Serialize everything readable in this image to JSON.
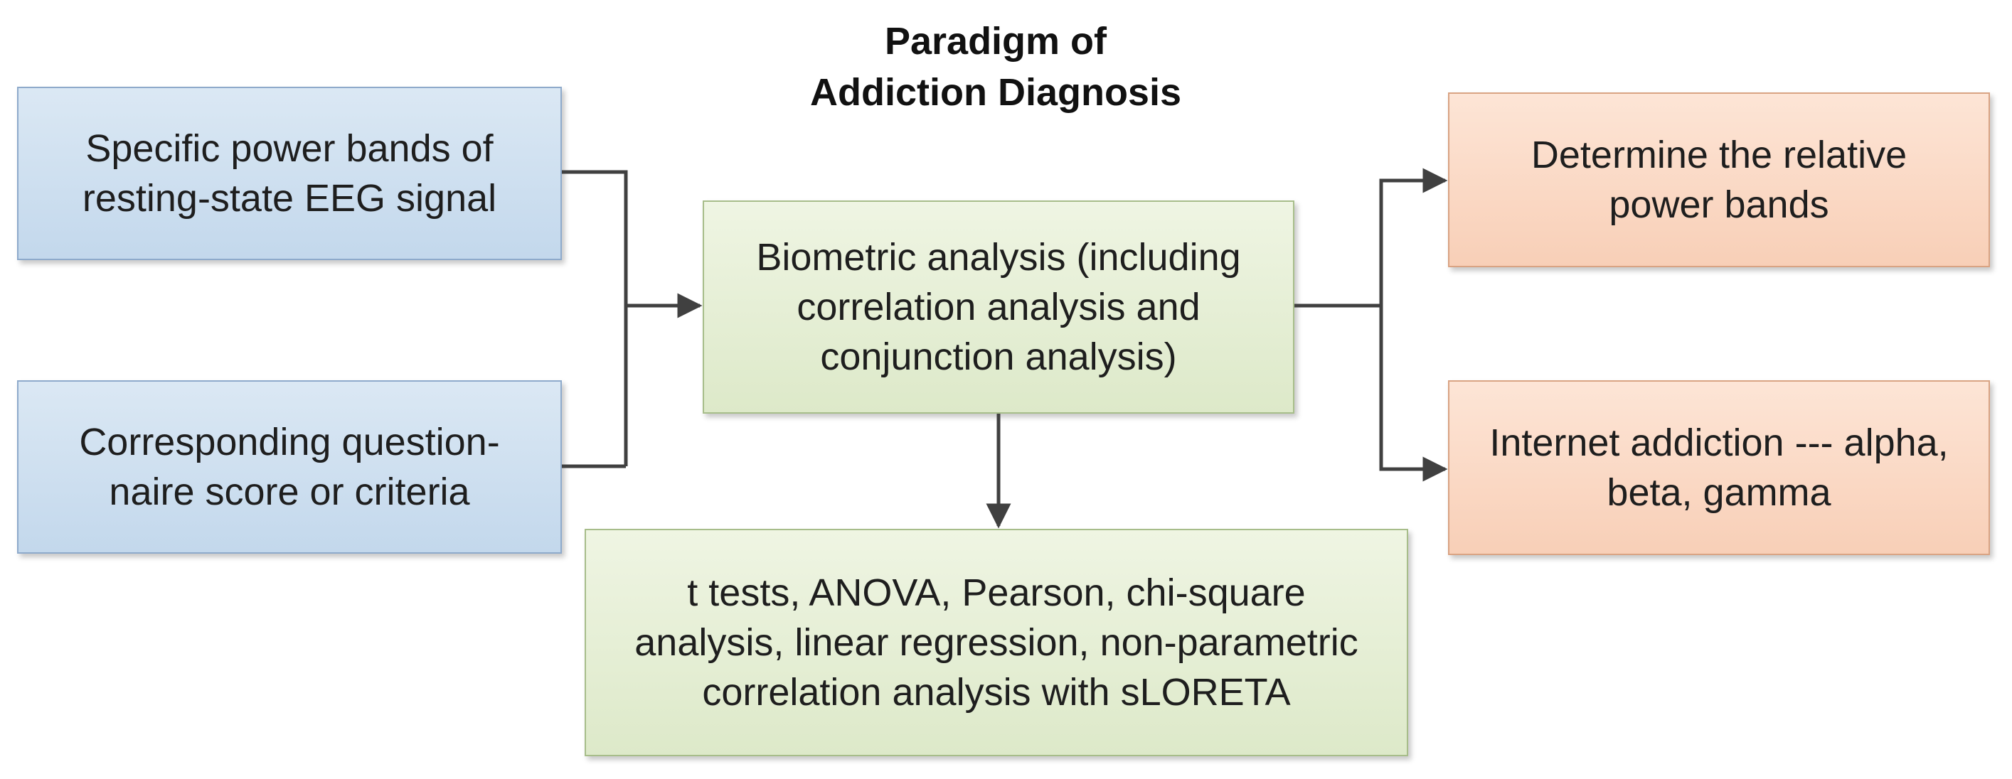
{
  "title": {
    "line1": "Paradigm of",
    "line2": "Addiction Diagnosis"
  },
  "nodes": {
    "eeg": "Specific power bands of\nresting-state EEG signal",
    "questionnaire": "Corresponding question-\nnaire score or criteria",
    "biometric": "Biometric analysis (including\ncorrelation analysis and\nconjunction analysis)",
    "tests": "t tests, ANOVA, Pearson, chi-square\nanalysis, linear regression, non-parametric\ncorrelation analysis with sLORETA",
    "relative_power": "Determine the relative\npower bands",
    "internet_addiction": "Internet addiction --- alpha,\nbeta, gamma"
  },
  "colors": {
    "input_fill": "#c9dcee",
    "process_fill": "#e3edd2",
    "output_fill": "#fad7c2",
    "arrow": "#404040"
  }
}
